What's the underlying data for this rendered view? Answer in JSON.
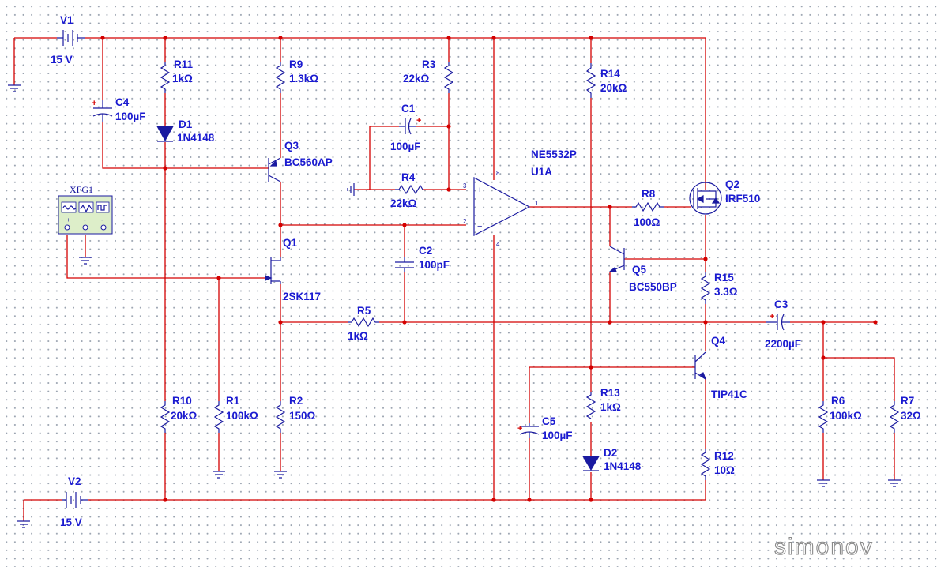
{
  "components": {
    "V1": {
      "name": "V1",
      "value": "15 V"
    },
    "V2": {
      "name": "V2",
      "value": "15 V"
    },
    "R11": {
      "name": "R11",
      "value": "1kΩ"
    },
    "R9": {
      "name": "R9",
      "value": "1.3kΩ"
    },
    "R3": {
      "name": "R3",
      "value": "22kΩ"
    },
    "R14": {
      "name": "R14",
      "value": "20kΩ"
    },
    "C4": {
      "name": "C4",
      "value": "100µF"
    },
    "D1": {
      "name": "D1",
      "value": "1N4148"
    },
    "C1": {
      "name": "C1",
      "value": "100µF"
    },
    "Q3": {
      "name": "Q3",
      "value": "BC560AP"
    },
    "R4": {
      "name": "R4",
      "value": "22kΩ"
    },
    "U1": {
      "name": "NE5532P",
      "value": "U1A"
    },
    "R8": {
      "name": "R8",
      "value": "100Ω"
    },
    "Q2": {
      "name": "Q2",
      "value": "IRF510"
    },
    "XFG1": {
      "name": "XFG1"
    },
    "Q1": {
      "name": "Q1",
      "value": "2SK117"
    },
    "C2": {
      "name": "C2",
      "value": "100pF"
    },
    "Q5": {
      "name": "Q5",
      "value": "BC550BP"
    },
    "R15": {
      "name": "R15",
      "value": "3.3Ω"
    },
    "R5": {
      "name": "R5",
      "value": "1kΩ"
    },
    "C3": {
      "name": "C3",
      "value": "2200µF"
    },
    "Q4": {
      "name": "Q4",
      "value": "TIP41C"
    },
    "R13": {
      "name": "R13",
      "value": "1kΩ"
    },
    "R10": {
      "name": "R10",
      "value": "20kΩ"
    },
    "R1": {
      "name": "R1",
      "value": "100kΩ"
    },
    "R2": {
      "name": "R2",
      "value": "150Ω"
    },
    "C5": {
      "name": "C5",
      "value": "100µF"
    },
    "D2": {
      "name": "D2",
      "value": "1N4148"
    },
    "R6": {
      "name": "R6",
      "value": "100kΩ"
    },
    "R7": {
      "name": "R7",
      "value": "32Ω"
    },
    "R12": {
      "name": "R12",
      "value": "10Ω"
    }
  },
  "opamp_pins": {
    "noninv": "3",
    "inv": "2",
    "out": "1",
    "vpos": "8",
    "vneg": "4",
    "plus": "+",
    "minus": "−"
  },
  "cap_polarity": "+",
  "watermark": "simonov",
  "colors": {
    "wire": "#d40000",
    "symbol": "#1a1aa0",
    "label": "#1a1ad0",
    "grid_dot": "#9aa3b0",
    "junction": "#d40000"
  }
}
